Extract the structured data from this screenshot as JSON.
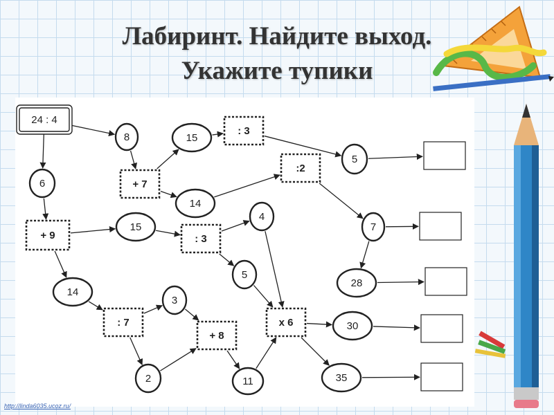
{
  "title": {
    "line1": "Лабиринт. Найдите выход.",
    "line2": "Укажите тупики"
  },
  "footer": {
    "link": "http://linda6035.ucoz.ru/"
  },
  "colors": {
    "background": "#f3f8fc",
    "grid": "#c4dbee",
    "title": "#333333",
    "pencil_body": "#2f86c7",
    "pencil_wood": "#e8b47a",
    "link": "#3a64b4"
  },
  "icons": {
    "pencil": "pencil-icon",
    "ruler_triangle": "triangle-ruler-icon",
    "small_pencils": "small-pencils-icon",
    "squiggle": "squiggle-icon"
  },
  "maze": {
    "nodes": [
      {
        "id": "start",
        "shape": "start",
        "label": "24 : 4"
      },
      {
        "id": "n8",
        "shape": "oval",
        "label": "8"
      },
      {
        "id": "n6",
        "shape": "oval",
        "label": "6"
      },
      {
        "id": "p7",
        "shape": "op",
        "label": "+ 7"
      },
      {
        "id": "n15a",
        "shape": "oval",
        "label": "15"
      },
      {
        "id": "d3a",
        "shape": "op",
        "label": ": 3"
      },
      {
        "id": "n14a",
        "shape": "oval",
        "label": "14"
      },
      {
        "id": "d2",
        "shape": "op",
        "label": ":2"
      },
      {
        "id": "n5a",
        "shape": "oval",
        "label": "5"
      },
      {
        "id": "p9",
        "shape": "op",
        "label": "+ 9"
      },
      {
        "id": "n15b",
        "shape": "oval",
        "label": "15"
      },
      {
        "id": "d3b",
        "shape": "op",
        "label": ": 3"
      },
      {
        "id": "n4",
        "shape": "oval",
        "label": "4"
      },
      {
        "id": "n5b",
        "shape": "oval",
        "label": "5"
      },
      {
        "id": "n7",
        "shape": "oval",
        "label": "7"
      },
      {
        "id": "n28",
        "shape": "oval",
        "label": "28"
      },
      {
        "id": "n14b",
        "shape": "oval",
        "label": "14"
      },
      {
        "id": "d7",
        "shape": "op",
        "label": ": 7"
      },
      {
        "id": "n3",
        "shape": "oval",
        "label": "3"
      },
      {
        "id": "p8",
        "shape": "op",
        "label": "+ 8"
      },
      {
        "id": "n2",
        "shape": "oval",
        "label": "2"
      },
      {
        "id": "n11",
        "shape": "oval",
        "label": "11"
      },
      {
        "id": "x6",
        "shape": "op",
        "label": "х 6"
      },
      {
        "id": "n30",
        "shape": "oval",
        "label": "30"
      },
      {
        "id": "n35",
        "shape": "oval",
        "label": "35"
      },
      {
        "id": "ans1",
        "shape": "answer",
        "label": ""
      },
      {
        "id": "ans2",
        "shape": "answer",
        "label": ""
      },
      {
        "id": "ans3",
        "shape": "answer",
        "label": ""
      },
      {
        "id": "ans4",
        "shape": "answer",
        "label": ""
      },
      {
        "id": "ans5",
        "shape": "answer",
        "label": ""
      }
    ],
    "edges": [
      [
        "start",
        "n8"
      ],
      [
        "start",
        "n6"
      ],
      [
        "n8",
        "p7"
      ],
      [
        "p7",
        "n15a"
      ],
      [
        "p7",
        "n14a"
      ],
      [
        "n15a",
        "d3a"
      ],
      [
        "d3a",
        "n5a"
      ],
      [
        "n14a",
        "d2"
      ],
      [
        "d2",
        "n7"
      ],
      [
        "n5a",
        "ans1"
      ],
      [
        "n7",
        "ans2"
      ],
      [
        "n7",
        "n28"
      ],
      [
        "n28",
        "ans3"
      ],
      [
        "n6",
        "p9"
      ],
      [
        "p9",
        "n15b"
      ],
      [
        "p9",
        "n14b"
      ],
      [
        "n15b",
        "d3b"
      ],
      [
        "d3b",
        "n4"
      ],
      [
        "d3b",
        "n5b"
      ],
      [
        "n4",
        "x6"
      ],
      [
        "n5b",
        "x6"
      ],
      [
        "n14b",
        "d7"
      ],
      [
        "d7",
        "n3"
      ],
      [
        "d7",
        "n2"
      ],
      [
        "n3",
        "p8"
      ],
      [
        "n2",
        "p8"
      ],
      [
        "p8",
        "n11"
      ],
      [
        "n11",
        "x6"
      ],
      [
        "x6",
        "n30"
      ],
      [
        "x6",
        "n35"
      ],
      [
        "n30",
        "ans4"
      ],
      [
        "n35",
        "ans5"
      ]
    ]
  }
}
